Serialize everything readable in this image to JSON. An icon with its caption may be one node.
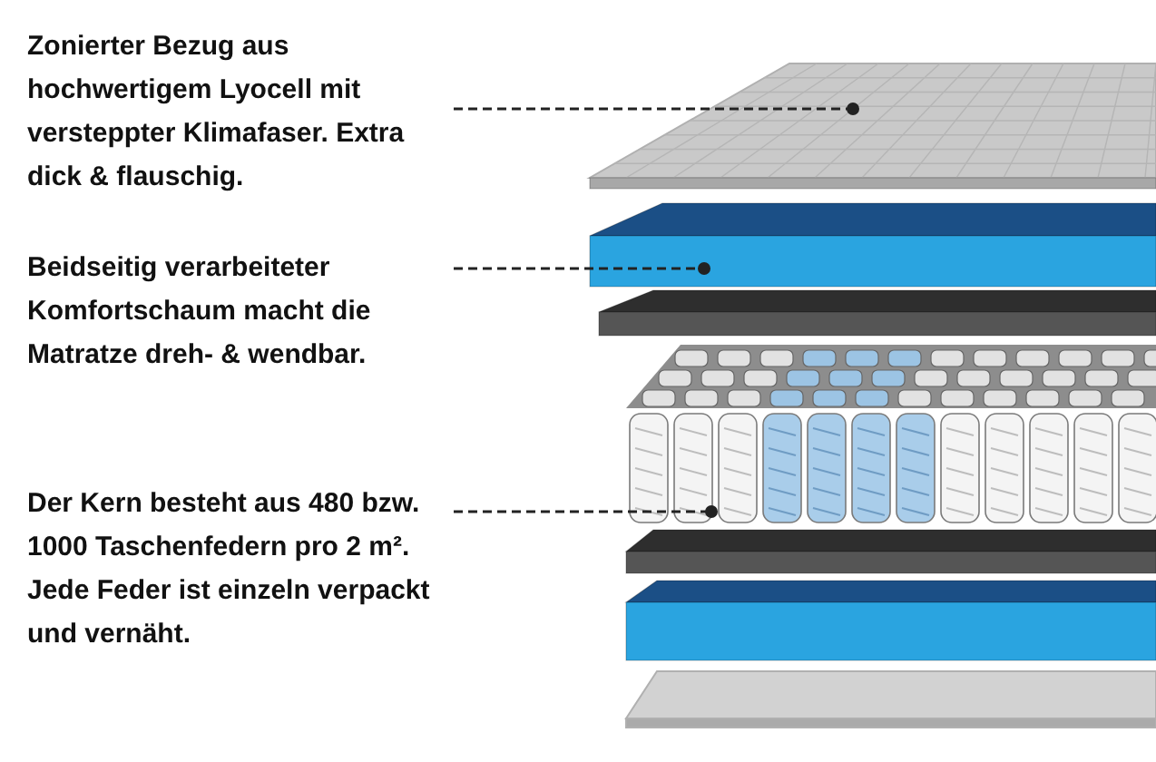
{
  "diagram": {
    "nodes": [
      {
        "text": [
          "Zonierter Bezug aus hochwertigem Lyocell mit versteppter Klimafaser. Extra dick & flauschig."
        ]
      },
      {
        "text": [],
        "shape": "box"
      },
      {
        "text": [
          "Beidseitig verarbeiteter Komfortschaum macht die Matratze dreh- & wendbar."
        ]
      },
      {
        "text": [],
        "shape": "box"
      },
      {
        "text": [],
        "shape": "box"
      },
      {
        "text": [
          "Der Kern besteht aus 480 bzw. 1000 Taschenfedern pro 2 m². Jede Feder ist einzeln verpackt und vernäht."
        ]
      },
      {
        "text": [],
        "shape": "picture"
      },
      {
        "text": [],
        "shape": "box"
      },
      {
        "text": [],
        "shape": "box"
      },
      {
        "text": [],
        "shape": "box"
      }
    ],
    "edges": [
      {
        "from": 0,
        "to": 1,
        "arrow": "other",
        "style": "dashed"
      },
      {
        "from": 2,
        "to": 3,
        "arrow": "other",
        "style": "dashed"
      },
      {
        "from": 5,
        "to": 6,
        "arrow": "other",
        "style": "dashed"
      }
    ]
  }
}
